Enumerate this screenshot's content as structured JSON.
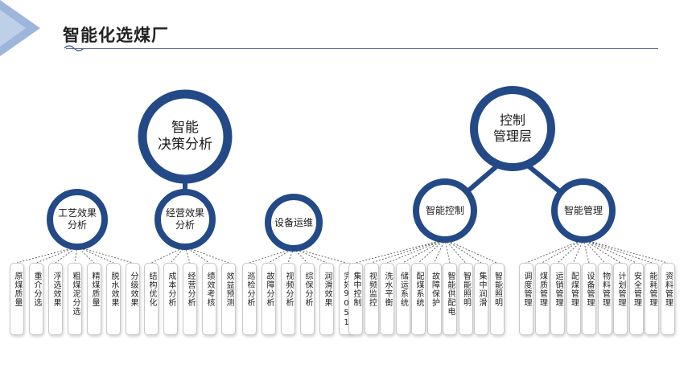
{
  "header": {
    "title": "智能化选煤厂"
  },
  "colors": {
    "ring": "#234a86",
    "accent": "#9fb6dc",
    "rule": "#5a6b8a"
  },
  "diagram": {
    "left": {
      "root": "智能\n决策分析",
      "groups": [
        {
          "label": "工艺效果\n分析",
          "items": [
            "原煤质量",
            "重介分选",
            "浮选效果",
            "粗煤泥分选",
            "精煤质量",
            "脱水效果",
            "分级效果"
          ]
        },
        {
          "label": "经营效果\n分析",
          "items": [
            "结构优化",
            "成本分析",
            "经营分析",
            "绩效考核",
            "效益预测"
          ]
        },
        {
          "label": "设备运维",
          "items": [
            "巡检分析",
            "故障分析",
            "视频分析",
            "综保分析",
            "润滑效果",
            "完好9051"
          ]
        }
      ]
    },
    "right": {
      "root": "控制\n管理层",
      "groups": [
        {
          "label": "智能控制",
          "items": [
            "集中控制",
            "视频监控",
            "洗水平衡",
            "储运系统",
            "配煤系统",
            "故障保护",
            "智能供配电",
            "智能照明",
            "集中润滑",
            "智能照明"
          ]
        },
        {
          "label": "智能管理",
          "items": [
            "调度管理",
            "煤质管理",
            "运销管理",
            "配煤管理",
            "设备管理",
            "物料管理",
            "计划管理",
            "安全管理",
            "能耗管理",
            "资料管理"
          ]
        }
      ]
    }
  }
}
